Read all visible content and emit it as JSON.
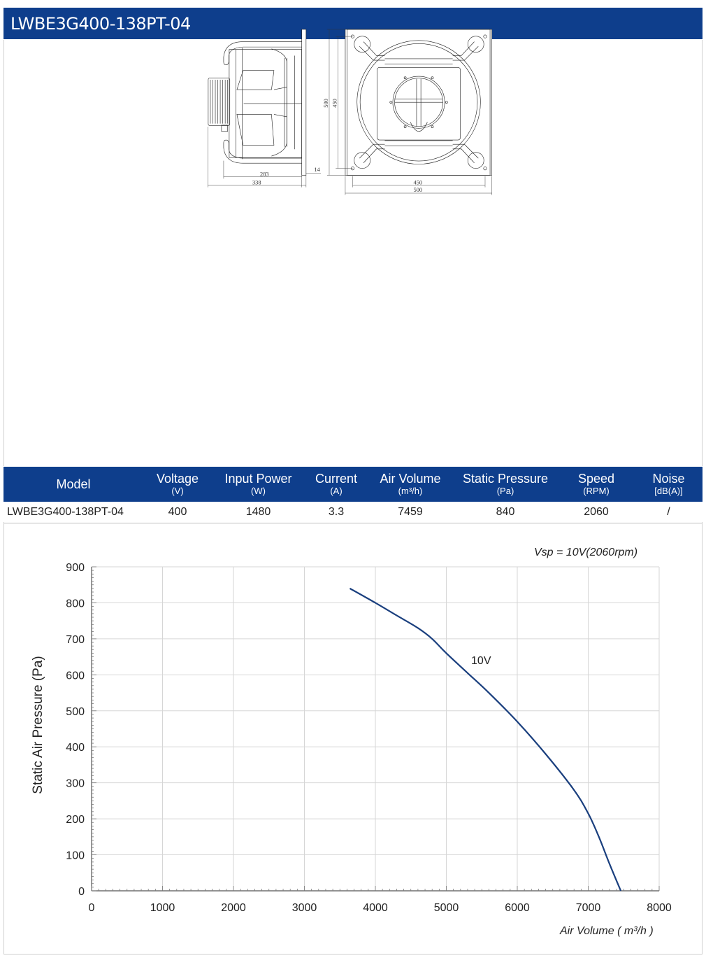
{
  "header": {
    "title": "LWBE3G400-138PT-04"
  },
  "drawing": {
    "side_dims": {
      "d283": "283",
      "d338": "338",
      "d14": "14"
    },
    "front_dims": {
      "h500": "500",
      "h450": "450",
      "w450": "450",
      "w500": "500"
    }
  },
  "table": {
    "columns": [
      {
        "label": "Model",
        "unit": ""
      },
      {
        "label": "Voltage",
        "unit": "(V)"
      },
      {
        "label": "Input Power",
        "unit": "(W)"
      },
      {
        "label": "Current",
        "unit": "(A)"
      },
      {
        "label": "Air Volume",
        "unit": "(m³/h)"
      },
      {
        "label": "Static Pressure",
        "unit": "(Pa)"
      },
      {
        "label": "Speed",
        "unit": "(RPM)"
      },
      {
        "label": "Noise",
        "unit": "[dB(A)]"
      }
    ],
    "row": [
      "LWBE3G400-138PT-04",
      "400",
      "1480",
      "3.3",
      "7459",
      "840",
      "2060",
      "/"
    ]
  },
  "chart_data": {
    "type": "line",
    "title": "",
    "annotation": "Vsp = 10V(2060rpm)",
    "xlabel": "Air Volume ( m³/h )",
    "ylabel": "Static Air Pressure  (Pa)",
    "xlim": [
      0,
      8000
    ],
    "ylim": [
      0,
      900
    ],
    "xticks": [
      0,
      1000,
      2000,
      3000,
      4000,
      5000,
      6000,
      7000,
      8000
    ],
    "yticks": [
      0,
      100,
      200,
      300,
      400,
      500,
      600,
      700,
      800,
      900
    ],
    "grid": true,
    "color": "#1a3f7e",
    "series": [
      {
        "name": "10V",
        "x": [
          3640,
          4000,
          4300,
          4600,
          4800,
          5000,
          5300,
          5600,
          6000,
          6400,
          6800,
          7000,
          7150,
          7300,
          7459
        ],
        "y": [
          840,
          800,
          765,
          730,
          700,
          660,
          605,
          550,
          470,
          380,
          280,
          215,
          150,
          75,
          0
        ]
      }
    ]
  }
}
